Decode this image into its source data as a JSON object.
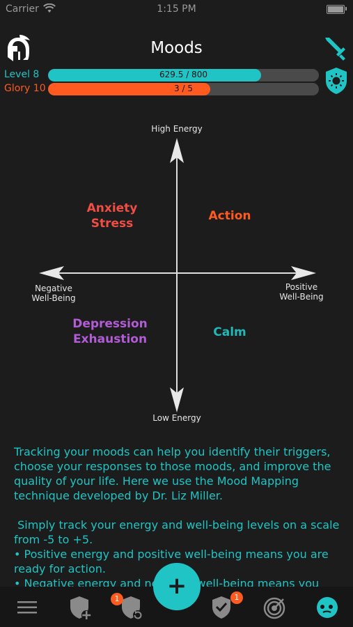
{
  "status_bar": {
    "carrier": "Carrier",
    "time": "1:15 PM"
  },
  "header": {
    "title": "Moods"
  },
  "level_bar": {
    "label": "Level 8",
    "value_text": "629.5 / 800",
    "current": 629.5,
    "max": 800,
    "color": "#20c4c4",
    "label_color": "#20c4c4"
  },
  "glory_bar": {
    "label": "Glory 10",
    "value_text": "3 / 5",
    "current": 3,
    "max": 5,
    "color": "#ff5a1f",
    "label_color": "#ff5a1f"
  },
  "mood_map": {
    "axes": {
      "top": "High Energy",
      "bottom": "Low Energy",
      "left_line1": "Negative",
      "left_line2": "Well-Being",
      "right_line1": "Positive",
      "right_line2": "Well-Being"
    },
    "quadrants": {
      "top_left_line1": "Anxiety",
      "top_left_line2": "Stress",
      "top_left_color": "#f04e45",
      "top_right": "Action",
      "top_right_color": "#ff5a1f",
      "bottom_left_line1": "Depression",
      "bottom_left_line2": "Exhaustion",
      "bottom_left_color": "#b25cd6",
      "bottom_right": "Calm",
      "bottom_right_color": "#20b8b8"
    }
  },
  "description": {
    "p1": "Tracking your moods can help you identify their triggers, choose your responses to those moods, and improve the quality of your life. Here we use the Mood Mapping technique developed by Dr. Liz Miller.",
    "p2": " Simply track your energy and well-being levels on a scale from -5 to +5.",
    "p3": "• Positive energy and positive well-being means you are ready for action.",
    "p4": "• Negative energy and negative well-being means you"
  },
  "tab_bar": {
    "badge_recurring": "1",
    "badge_completed": "1",
    "fab_label": "+"
  },
  "colors": {
    "accent": "#20c4c4",
    "orange": "#ff5a1f",
    "icon_grey": "#8a8a8a"
  }
}
